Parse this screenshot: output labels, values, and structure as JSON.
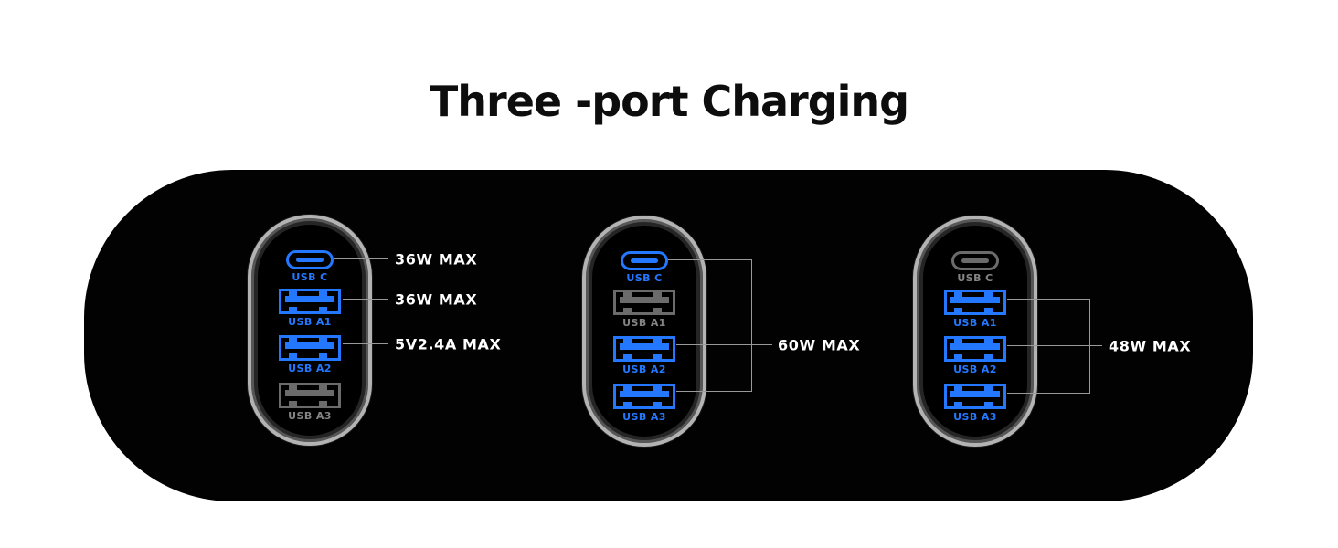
{
  "title": "Three -port Charging",
  "colors": {
    "active_blue": "#2478ff",
    "inactive_gray": "#6b6b6b",
    "body_black": "#020202",
    "ring_gray": "#b3b3b3",
    "callout_white": "#ffffff"
  },
  "panels": [
    {
      "id": "left",
      "ports": [
        {
          "type": "usb-c",
          "label": "USB C",
          "state": "active"
        },
        {
          "type": "usb-a",
          "label": "USB A1",
          "state": "active"
        },
        {
          "type": "usb-a",
          "label": "USB A2",
          "state": "active"
        },
        {
          "type": "usb-a",
          "label": "USB A3",
          "state": "inactive"
        }
      ],
      "callouts": [
        "36W MAX",
        "36W MAX",
        "5V2.4A MAX"
      ]
    },
    {
      "id": "middle",
      "ports": [
        {
          "type": "usb-c",
          "label": "USB C",
          "state": "active"
        },
        {
          "type": "usb-a",
          "label": "USB A1",
          "state": "inactive"
        },
        {
          "type": "usb-a",
          "label": "USB A2",
          "state": "active"
        },
        {
          "type": "usb-a",
          "label": "USB A3",
          "state": "active"
        }
      ],
      "callout": "60W MAX"
    },
    {
      "id": "right",
      "ports": [
        {
          "type": "usb-c",
          "label": "USB C",
          "state": "inactive"
        },
        {
          "type": "usb-a",
          "label": "USB A1",
          "state": "active"
        },
        {
          "type": "usb-a",
          "label": "USB A2",
          "state": "active"
        },
        {
          "type": "usb-a",
          "label": "USB A3",
          "state": "active"
        }
      ],
      "callout": "48W MAX"
    }
  ]
}
